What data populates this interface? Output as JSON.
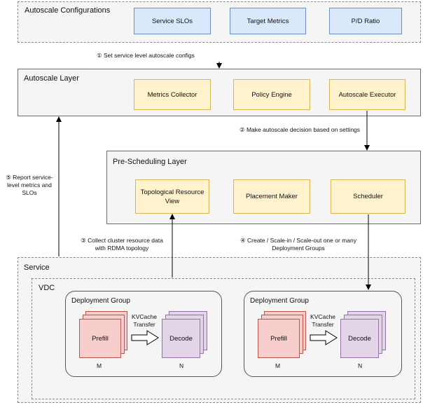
{
  "config": {
    "title": "Autoscale Configurations",
    "items": [
      "Service SLOs",
      "Target Metrics",
      "P/D Ratio"
    ]
  },
  "step1": "① Set service level autoscale configs",
  "autoscale": {
    "title": "Autoscale Layer",
    "items": [
      "Metrics Collector",
      "Policy Engine",
      "Autoscale Executor"
    ]
  },
  "step2": "② Make autoscale decision based on settings",
  "prescheduling": {
    "title": "Pre-Scheduling Layer",
    "items": [
      "Topological Resource View",
      "Placement Maker",
      "Scheduler"
    ]
  },
  "step5": "⑤ Report service-level metrics and SLOs",
  "step3": "③ Collect cluster resource data with RDMA topology",
  "step4": "④ Create / Scale-in / Scale-out one or many Deployment Groups",
  "service": {
    "title": "Service"
  },
  "vdc": {
    "title": "VDC"
  },
  "groups": [
    {
      "title": "Deployment Group",
      "prefill": "Prefill",
      "decode": "Decode",
      "kv": "KVCache Transfer",
      "m": "M",
      "n": "N"
    },
    {
      "title": "Deployment Group",
      "prefill": "Prefill",
      "decode": "Decode",
      "kv": "KVCache Transfer",
      "m": "M",
      "n": "N"
    }
  ]
}
